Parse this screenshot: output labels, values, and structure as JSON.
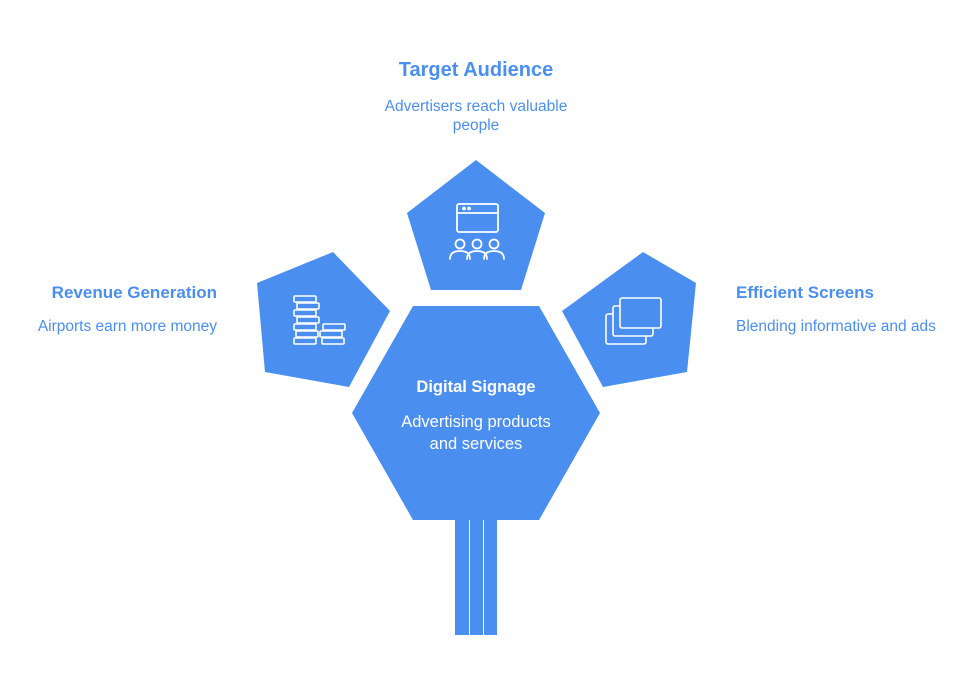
{
  "colors": {
    "shape_fill": "#4a8ff0",
    "text_accent": "#4a8ff0",
    "icon_stroke": "#ffffff",
    "background": "#ffffff"
  },
  "center": {
    "title": "Digital Signage",
    "description_line1": "Advertising products",
    "description_line2": "and services"
  },
  "top": {
    "title": "Target Audience",
    "description_line1": "Advertisers reach valuable",
    "description_line2": "people",
    "icon": "browser-audience-icon"
  },
  "left": {
    "title": "Revenue Generation",
    "description": "Airports earn more money",
    "icon": "coin-stacks-icon"
  },
  "right": {
    "title": "Efficient Screens",
    "description": "Blending informative and ads",
    "icon": "stacked-screens-icon"
  }
}
